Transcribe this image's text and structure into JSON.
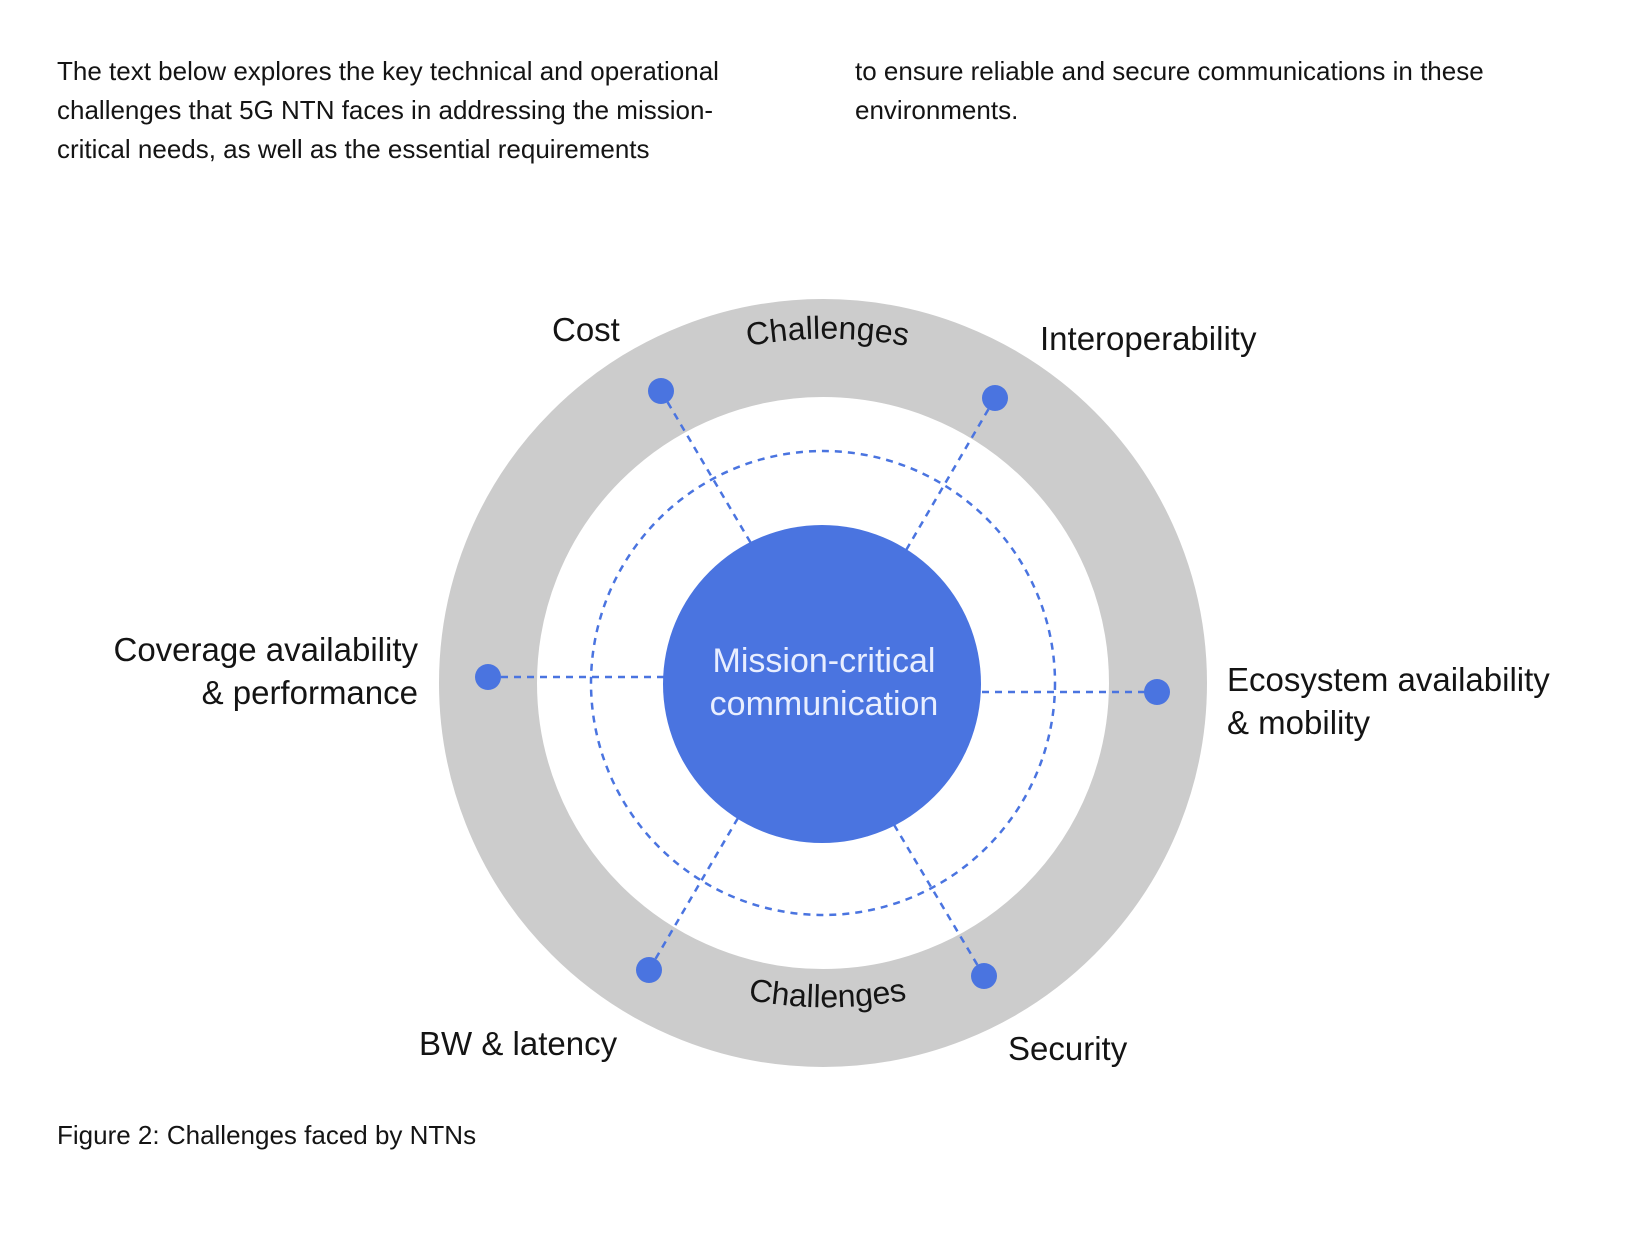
{
  "intro": {
    "left_lines": [
      "The text below explores the key technical and operational",
      "challenges that 5G NTN faces in addressing the mission-",
      "critical needs, as well as the essential requirements"
    ],
    "right_lines": [
      "to ensure reliable and secure communications in these",
      "environments."
    ]
  },
  "diagram": {
    "center_lines": [
      "Mission-critical",
      "communication"
    ],
    "ring_label_top": "Challenges",
    "ring_label_bottom": "Challenges",
    "labels": {
      "cost": "Cost",
      "interoperability": "Interoperability",
      "coverage_line1": "Coverage availability",
      "coverage_line2": "& performance",
      "ecosystem_line1": "Ecosystem availability",
      "ecosystem_line2": "& mobility",
      "bw_latency": "BW & latency",
      "security": "Security"
    },
    "colors": {
      "accent": "#4a74e0",
      "ring": "#cccccc",
      "text": "#141414",
      "center_text": "#e8eeff"
    }
  },
  "caption": "Figure 2: Challenges faced by NTNs"
}
